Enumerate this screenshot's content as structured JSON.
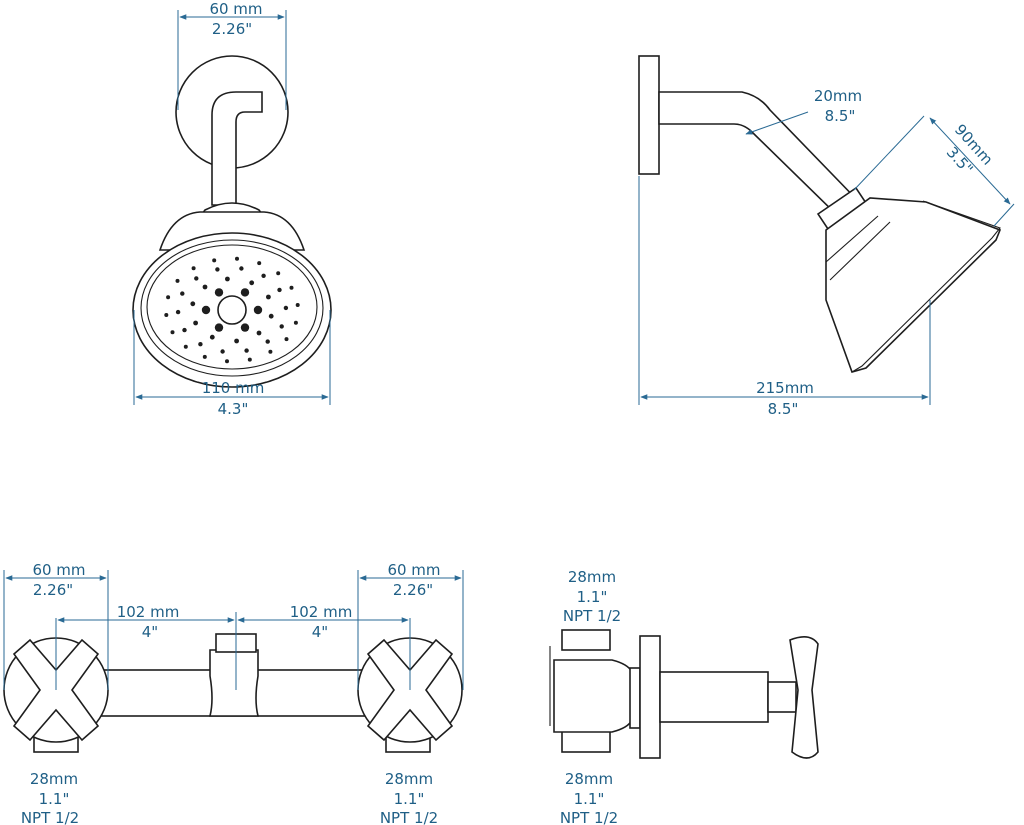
{
  "dims": {
    "head_flange_width": {
      "mm": "60 mm",
      "in": "2.26\""
    },
    "head_diameter": {
      "mm": "110 mm",
      "in": "4.3\""
    },
    "arm_diameter": {
      "mm": "20mm",
      "in": "8.5\""
    },
    "head_depth": {
      "mm": "90mm",
      "in": "3.5\""
    },
    "projection": {
      "mm": "215mm",
      "in": "8.5\""
    },
    "valve_left_flange": {
      "mm": "60 mm",
      "in": "2.26\""
    },
    "valve_right_flange": {
      "mm": "60 mm",
      "in": "2.26\""
    },
    "valve_left_spacing": {
      "mm": "102 mm",
      "in": "4\""
    },
    "valve_right_spacing": {
      "mm": "102 mm",
      "in": "4\""
    },
    "inlet_left": {
      "mm": "28mm",
      "in": "1.1\"",
      "thread": "NPT 1/2"
    },
    "inlet_right": {
      "mm": "28mm",
      "in": "1.1\"",
      "thread": "NPT 1/2"
    },
    "side_top": {
      "mm": "28mm",
      "in": "1.1\"",
      "thread": "NPT 1/2"
    },
    "side_bottom": {
      "mm": "28mm",
      "in": "1.1\"",
      "thread": "NPT 1/2"
    }
  }
}
